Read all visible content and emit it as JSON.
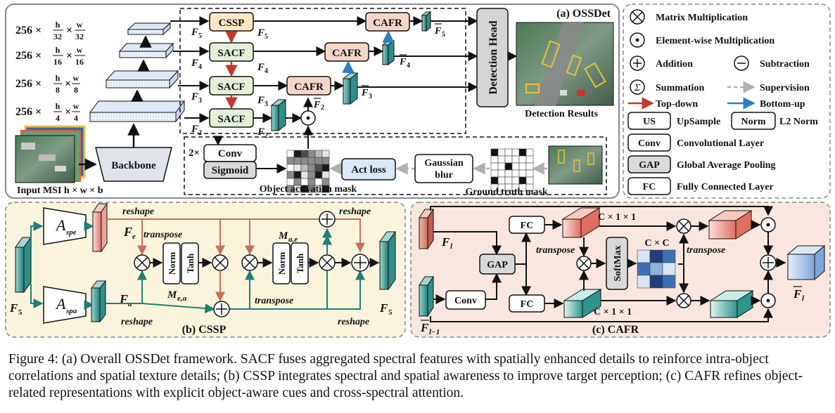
{
  "panel_a": {
    "title": "(a) OSSDet",
    "scales": [
      {
        "c": "256 ×",
        "num": "h",
        "den": "32",
        "num2": "w",
        "den2": "32"
      },
      {
        "c": "256 ×",
        "num": "h",
        "den": "16",
        "num2": "w",
        "den2": "16"
      },
      {
        "c": "256 ×",
        "num": "h",
        "den": "8",
        "num2": "w",
        "den2": "8"
      },
      {
        "c": "256 ×",
        "num": "h",
        "den": "4",
        "num2": "w",
        "den2": "4"
      }
    ],
    "backbone": "Backbone",
    "input_label": "Input MSI  h × w × b",
    "modules": [
      "CSSP",
      "SACF",
      "SACF",
      "SACF"
    ],
    "cafr": "CAFR",
    "detection_head": "Detection Head",
    "detection_results": "Detection Results",
    "conv": "Conv",
    "sigmoid": "Sigmoid",
    "times2": "2×",
    "act_loss": "Act loss",
    "gaussian": [
      "Gaussian",
      "blur"
    ],
    "object_mask": "Object activation mask",
    "gt_mask": "Ground truth mask",
    "feat_labels": {
      "f5": "F",
      "f4": "F",
      "f3": "F",
      "f2": "F",
      "s5": "5",
      "s4": "4",
      "s3": "3",
      "s2": "2"
    }
  },
  "legend": [
    {
      "icon": "times-circle",
      "label": "Matrix Multiplication"
    },
    {
      "icon": "dot-circle",
      "label": "Element-wise Multiplication"
    },
    {
      "icon": "plus-circle",
      "label": "Addition"
    },
    {
      "icon": "minus-circle",
      "label": "Subtraction"
    },
    {
      "icon": "sigma-circle",
      "label": "Summation"
    },
    {
      "icon": "gray-dashed-arrow",
      "label": "Supervision"
    },
    {
      "icon": "red-arrow",
      "label": "Top-down"
    },
    {
      "icon": "blue-arrow",
      "label": "Bottom-up"
    },
    {
      "box": "US",
      "label": "UpSample"
    },
    {
      "box": "Norm",
      "label": "L2 Norm"
    },
    {
      "box": "Conv",
      "label": "Convolutional Layer"
    },
    {
      "box": "GAP",
      "label": "Global Average Pooling"
    },
    {
      "box": "FC",
      "label": "Fully Connected Layer"
    }
  ],
  "panel_b": {
    "title": "(b) CSSP",
    "a_spe": "A",
    "a_spe_sub": "spe",
    "a_spa_sub": "spa",
    "reshape": "reshape",
    "transpose": "transpose",
    "norm": "Norm",
    "tanh": "Tanh",
    "m_ea": "M",
    "m_ea_sub": "e,a",
    "m_ae_sub": "a,e",
    "fe": "F",
    "fe_sub": "e",
    "fa_sub": "a"
  },
  "panel_c": {
    "title": "(c) CAFR",
    "fc": "FC",
    "gap": "GAP",
    "conv": "Conv",
    "softmax": "SoftMax",
    "cxc": "C × C",
    "c11": "C × 1 × 1",
    "transpose": "transpose"
  },
  "caption": "Figure 4: (a) Overall OSSDet framework. SACF fuses aggregated spectral features with spatially enhanced details to reinforce intra-object correlations and spatial texture details; (b) CSSP integrates spectral and spatial awareness to improve target perception; (c) CAFR refines object-related representations with explicit object-aware cues and cross-spectral attention.",
  "colors": {
    "top_down": "#c0392b",
    "bottom_up": "#2f7fc1",
    "supervision": "#b0b0b0",
    "cssp_bg": "#fbf4dd",
    "cafr_bg": "#f9e7df",
    "cafr_box": "#f6d5c8",
    "sacf_box": "#e4f1da",
    "cssp_box": "#fbe7c3",
    "teal": "#3a9b96",
    "salmon": "#e9a59a"
  }
}
